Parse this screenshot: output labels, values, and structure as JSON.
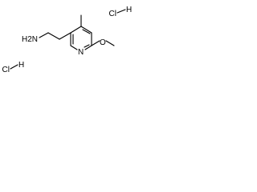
{
  "molecule": {
    "atoms": {
      "hcl_top_cl": "Cl",
      "hcl_top_h": "H",
      "amine": "H2N",
      "ring_nitrogen": "N",
      "methoxy_oxygen": "O",
      "hcl_bottom_h": "H",
      "hcl_bottom_cl": "Cl"
    }
  }
}
